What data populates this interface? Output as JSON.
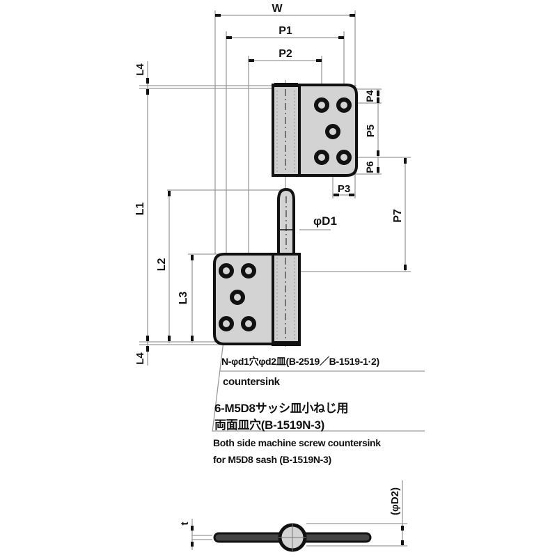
{
  "drawing": {
    "dimensions": {
      "W": "W",
      "P1": "P1",
      "P2": "P2",
      "P3": "P3",
      "P4": "P4",
      "P5": "P5",
      "P6": "P6",
      "P7": "P7",
      "L1": "L1",
      "L2": "L2",
      "L3": "L3",
      "L4_top": "L4",
      "L4_bottom": "L4",
      "D1": "φD1",
      "D2": "(φD2)",
      "t": "t"
    },
    "notes": {
      "hole_spec_jp": "N-φd1穴φd2皿(B-2519／B-1519-1·2)",
      "hole_spec_en": "countersink",
      "screw_spec_jp_line1": "6-M5D8サッシ皿小ねじ用",
      "screw_spec_jp_line2": "両面皿穴(B-1519N-3)",
      "screw_spec_en_line1": "Both side machine screw countersink",
      "screw_spec_en_line2": "for M5D8 sash (B-1519N-3)"
    },
    "colors": {
      "line": "#111111",
      "dim_line": "#9a9a9a",
      "fill": "#d3d3d3",
      "knuckle_fill": "#cfcfcf"
    }
  }
}
